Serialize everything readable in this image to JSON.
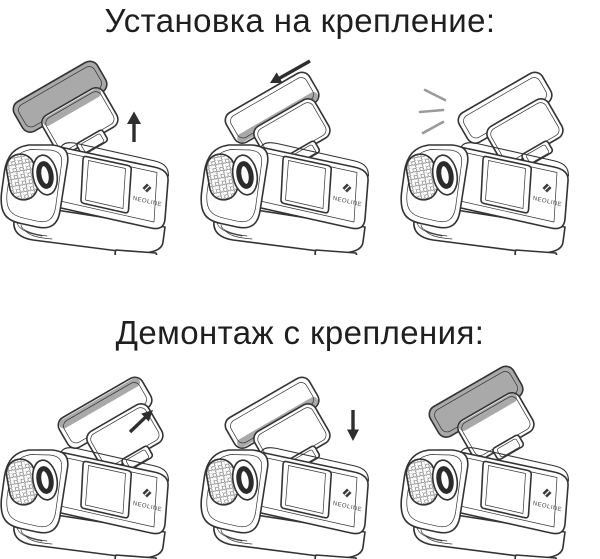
{
  "titles": {
    "install": "Установка на крепление:",
    "remove": "Демонтаж с крепления:"
  },
  "brand": "NEOLINE",
  "steps": {
    "install": [
      {
        "mount_state": "detached-above-device",
        "icon": "arrow-up-icon"
      },
      {
        "mount_state": "sliding-onto-device",
        "icon": "arrow-down-left-icon"
      },
      {
        "mount_state": "attached-to-device",
        "icon": "click-snap-icon"
      }
    ],
    "remove": [
      {
        "mount_state": "attached-to-device",
        "icon": "arrow-up-right-icon"
      },
      {
        "mount_state": "sliding-off-device",
        "icon": "arrow-down-icon"
      },
      {
        "mount_state": "detached-above-device",
        "icon": "none"
      }
    ]
  },
  "colors": {
    "background": "#ffffff",
    "line": "#333333",
    "mount_shade": "#a9a9a9",
    "title_text": "#1f1f1f",
    "arrow": "#2e2e2e",
    "click_lines": "#9a9a9a"
  }
}
